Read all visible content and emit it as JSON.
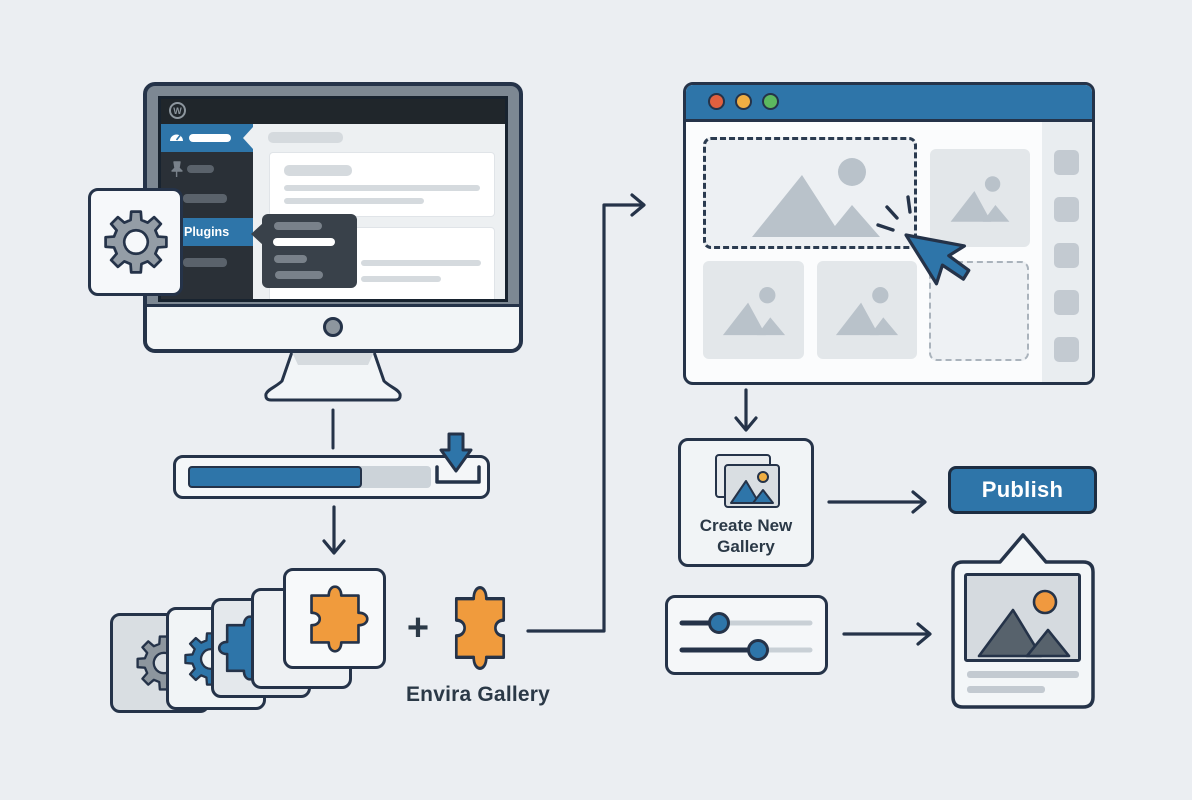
{
  "colors": {
    "background": "#ebeef2",
    "outline": "#253349",
    "accent_blue": "#2e75a9",
    "accent_orange": "#f09b3d",
    "traffic_red": "#e2603f",
    "traffic_yellow": "#efae43",
    "traffic_green": "#5cb85f"
  },
  "monitor": {
    "logo_letter": "W",
    "active_menu_label": "Plugins",
    "sidebar_rows": [
      "active-dashboard",
      "pinned-item",
      "menu-item",
      "plugins-active",
      "menu-item"
    ],
    "submenu_rows": 4
  },
  "installer": {
    "progress_ratio": 0.72,
    "icon": "download-arrow-into-tray"
  },
  "plugin_stack": {
    "cards": [
      "gear-gray",
      "gear-blue",
      "puzzle-blue",
      "blank",
      "puzzle-orange"
    ],
    "plus_sign": "+",
    "label": "Envira Gallery"
  },
  "browser": {
    "traffic_lights": [
      "#e2603f",
      "#efae43",
      "#5cb85f"
    ],
    "thumbnails": [
      {
        "name": "featured-image",
        "state": "selected-dashed"
      },
      {
        "name": "image-top-right",
        "state": "normal"
      },
      {
        "name": "image-bottom-left",
        "state": "normal"
      },
      {
        "name": "image-bottom-middle",
        "state": "normal"
      },
      {
        "name": "empty-slot",
        "state": "dashed-placeholder"
      }
    ],
    "filmstrip_squares": 5,
    "cursor": "pointer-with-click-burst"
  },
  "create_gallery": {
    "label": "Create New Gallery",
    "icon": "photo-stack"
  },
  "publish": {
    "label": "Publish"
  },
  "sliders": {
    "positions": [
      0.28,
      0.55
    ]
  },
  "final_preview": {
    "icon": "framed-image-mountains-sun",
    "caption_lines": 2
  },
  "icons": {
    "wordpress-logo": "W in circle",
    "gear": "settings gear",
    "pin": "pushpin",
    "gauge": "dashboard gauge",
    "download": "arrow into tray",
    "puzzle": "plugin puzzle piece",
    "image-placeholder": "mountains with sun",
    "cursor": "mouse pointer",
    "sliders": "two horizontal sliders"
  }
}
